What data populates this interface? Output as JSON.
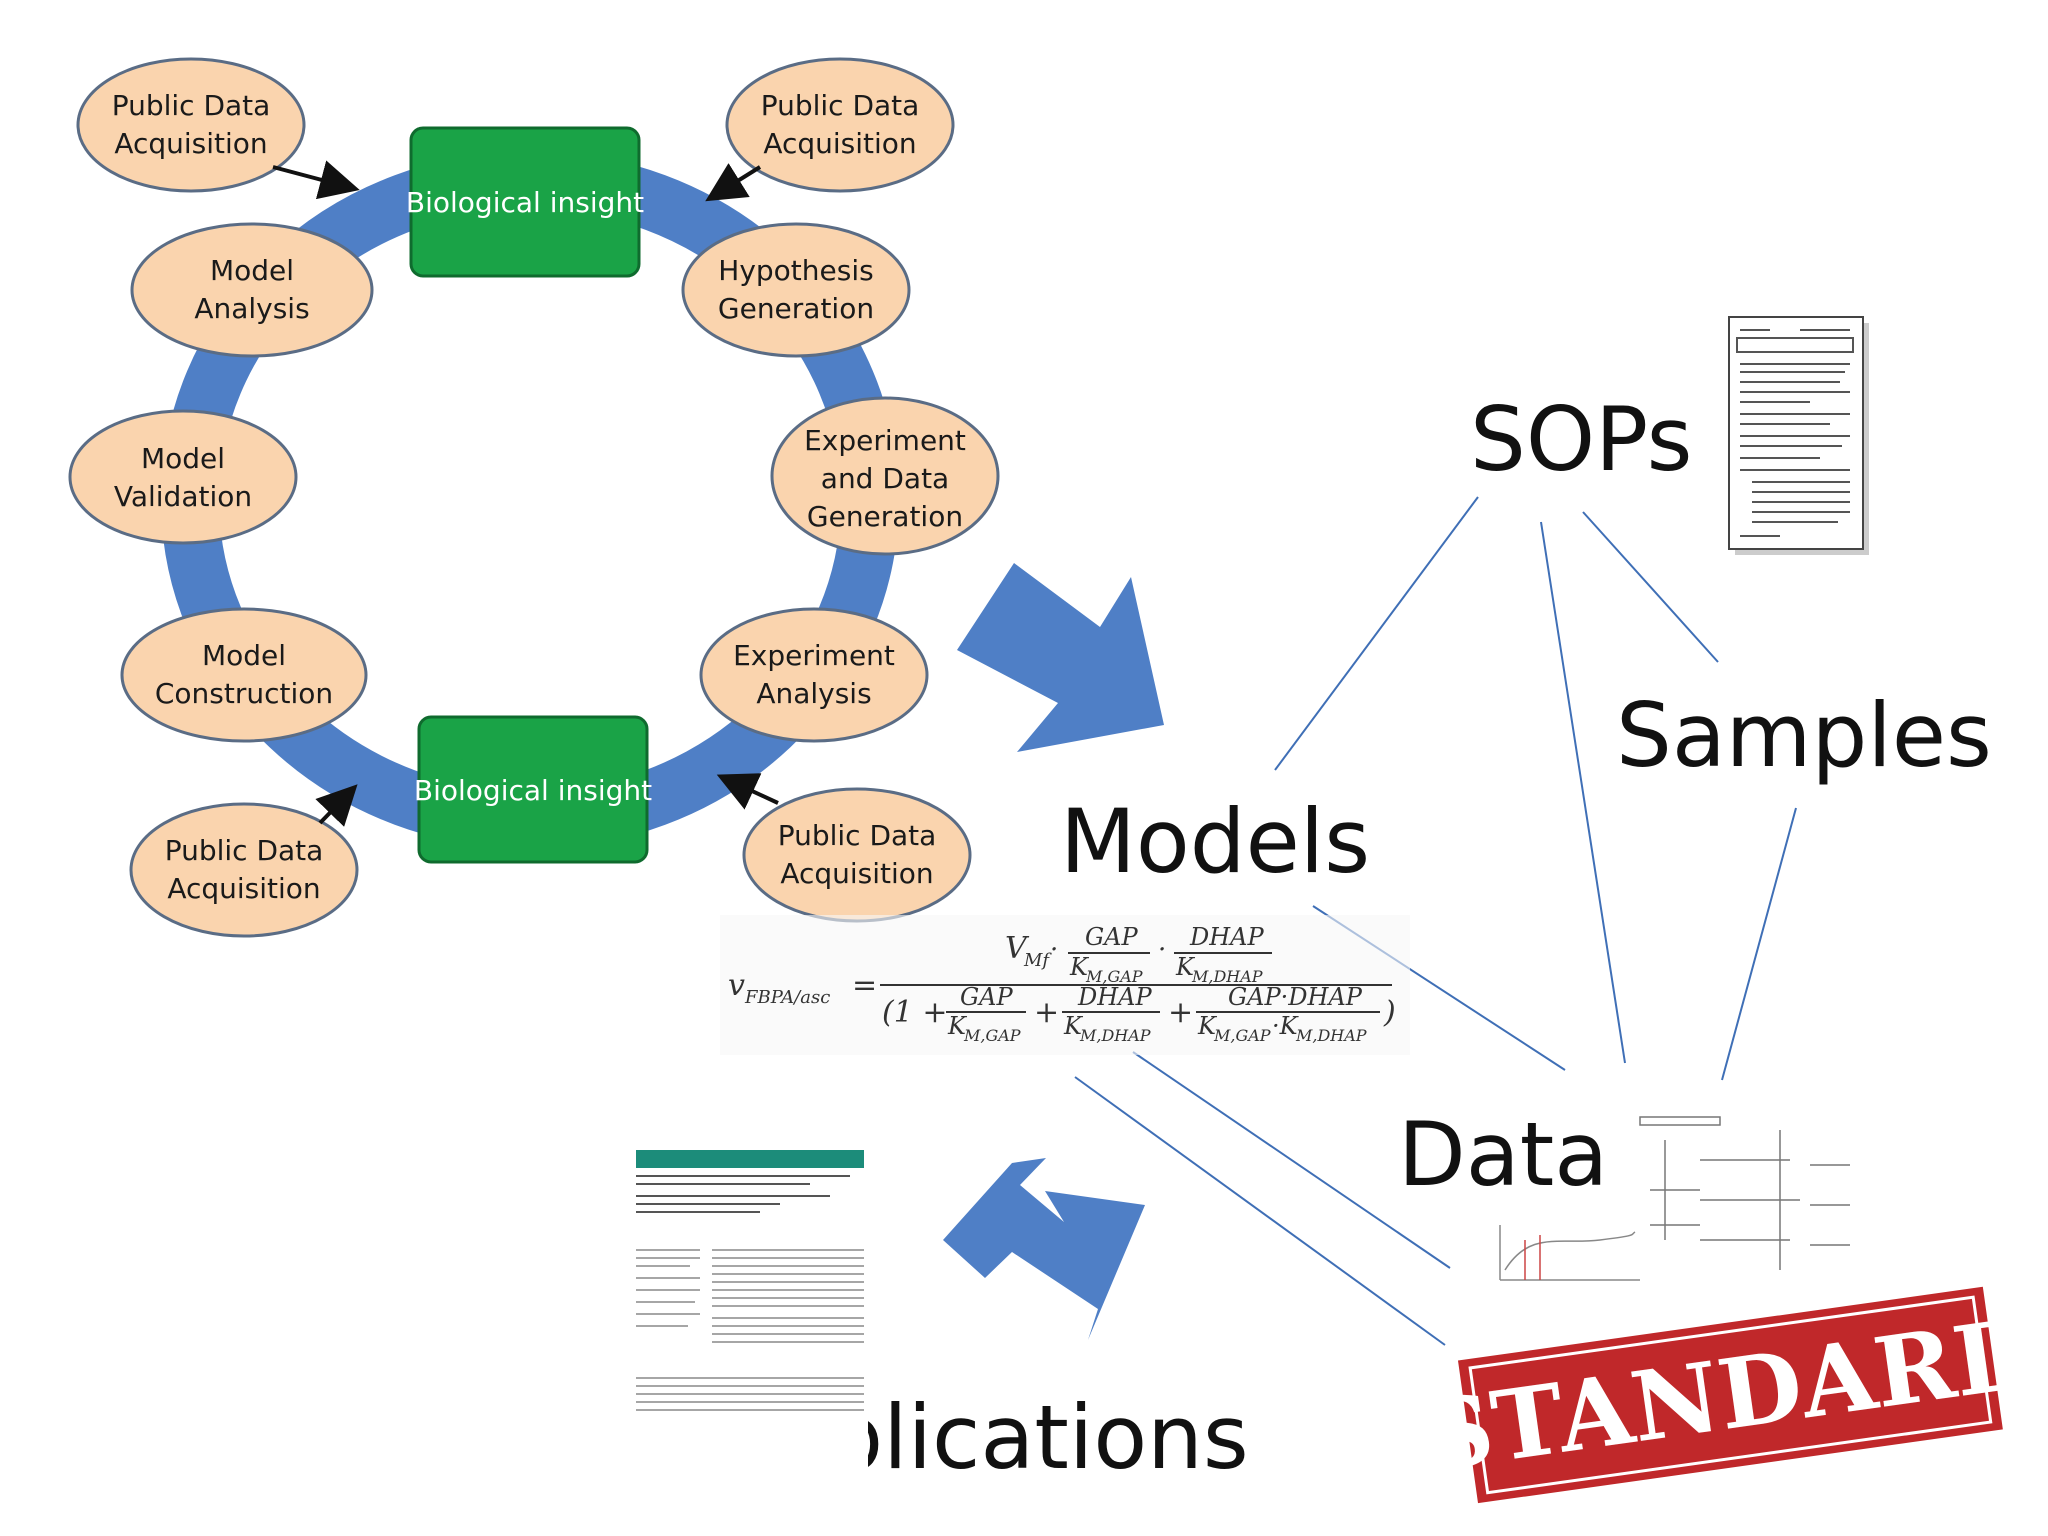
{
  "cycle": {
    "insight_top": "Biological insight",
    "insight_bottom": "Biological insight",
    "public_tl": [
      "Public Data",
      "Acquisition"
    ],
    "public_tr": [
      "Public Data",
      "Acquisition"
    ],
    "public_bl": [
      "Public Data",
      "Acquisition"
    ],
    "public_br": [
      "Public Data",
      "Acquisition"
    ],
    "hypothesis": [
      "Hypothesis",
      "Generation"
    ],
    "experiment_data": [
      "Experiment",
      "and Data",
      "Generation"
    ],
    "experiment_analysis": [
      "Experiment",
      "Analysis"
    ],
    "model_analysis": [
      "Model",
      "Analysis"
    ],
    "model_validation": [
      "Model",
      "Validation"
    ],
    "model_construction": [
      "Model",
      "Construction"
    ]
  },
  "labels": {
    "sops": "SOPs",
    "samples": "Samples",
    "models": "Models",
    "data": "Data",
    "publications": "Publications"
  },
  "formula": {
    "lhs": "v",
    "lhs_sub": "FBPA/asc",
    "equals": "=",
    "num_vm": "V",
    "num_vm_sub": "Mf",
    "gap": "GAP",
    "dhap": "DHAP",
    "km_gap": "K",
    "km_gap_sub": "M,GAP",
    "km_dhap": "K",
    "km_dhap_sub": "M,DHAP",
    "den_one": "(1 +",
    "plus": "+",
    "gapdhap": "GAP·DHAP",
    "km_prod": "K",
    "km_prod_sub": "M,GAP",
    "km_prod2": "·K",
    "km_prod2_sub": "M,DHAP",
    "close": ")",
    "dot": "·"
  },
  "stamp": {
    "text": "STANDARD"
  },
  "colors": {
    "ring": "#4f7fc6",
    "ellipse_fill": "#fad4ae",
    "ellipse_stroke": "#5a6c85",
    "insight_box": "#1aa347",
    "big_arrow": "#4f7fc6",
    "thin_line": "#3f6fb6",
    "stamp_red": "#c0282a"
  }
}
